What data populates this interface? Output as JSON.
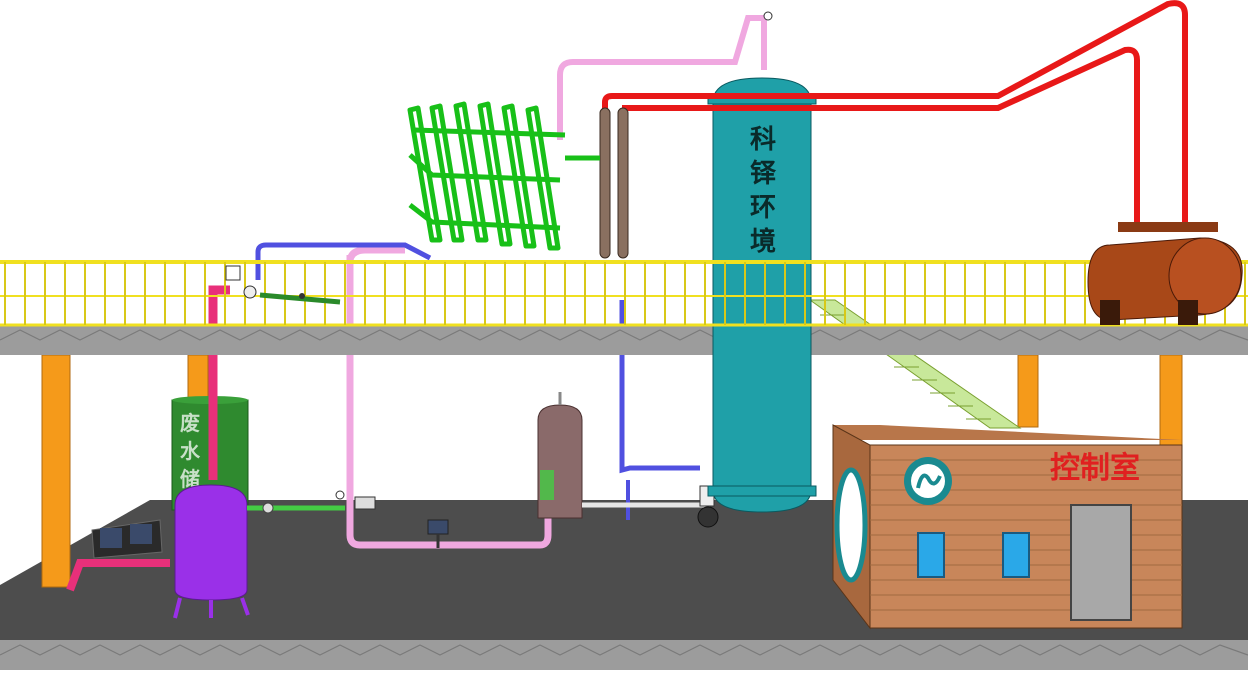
{
  "tower": {
    "label_chars": [
      "科",
      "铎",
      "环",
      "境"
    ]
  },
  "control_room": {
    "label": "控制室"
  },
  "side_tank": {
    "label_chars": [
      "废",
      "水",
      "储"
    ]
  },
  "colors": {
    "floor": "#4a4a4a",
    "beam": "#9a9a9a",
    "railing": "#f0e020",
    "column": "#f59a1a",
    "tower": "#1fa0a8",
    "red_pipe": "#e81818",
    "pink_pipe": "#f0a8e0",
    "blue_pipe": "#5050e0",
    "green_coil": "#18c018",
    "purple_tank": "#9a30e8",
    "wood": "#c8865a",
    "logo_ring": "#1a8a90"
  }
}
